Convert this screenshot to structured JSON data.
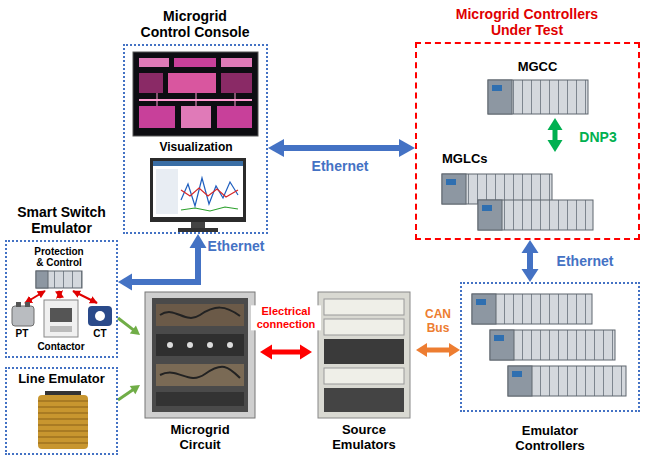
{
  "diagram": {
    "nodes": [
      {
        "text": [
          "Microgrid Control Console"
        ]
      },
      {
        "text": [
          "Microgrid Controllers Under Test"
        ]
      },
      {
        "text": [
          "MGCC"
        ],
        "in": 1
      },
      {
        "text": [
          "MGLCs"
        ],
        "in": 1
      },
      {
        "text": [
          "Smart Switch Emulator"
        ]
      },
      {
        "text": [
          "Protection & Control"
        ],
        "in": 4
      },
      {
        "text": [
          "Line Emulator"
        ]
      },
      {
        "text": [
          "Microgrid Circuit"
        ]
      },
      {
        "text": [
          "Source Emulators"
        ]
      },
      {
        "text": [
          "Emulator Controllers"
        ]
      }
    ],
    "edges": [
      {
        "from": 0,
        "to": 1,
        "label": "Ethernet",
        "arrow": "both"
      },
      {
        "from": 2,
        "to": 3,
        "label": "DNP3",
        "arrow": "both"
      },
      {
        "from": 4,
        "to": 0,
        "label": "Ethernet",
        "arrow": "both"
      },
      {
        "from": 1,
        "to": 9,
        "label": "Ethernet",
        "arrow": "both"
      },
      {
        "from": 7,
        "to": 8,
        "label": "Electrical connection",
        "arrow": "both"
      },
      {
        "from": 8,
        "to": 9,
        "label": "CAN Bus",
        "arrow": "both"
      },
      {
        "from": 4,
        "to": 7,
        "arrow": "to"
      },
      {
        "from": 6,
        "to": 7,
        "arrow": "to"
      }
    ],
    "labels": [
      "Visualization",
      "PT",
      "Contactor",
      "CT"
    ]
  }
}
